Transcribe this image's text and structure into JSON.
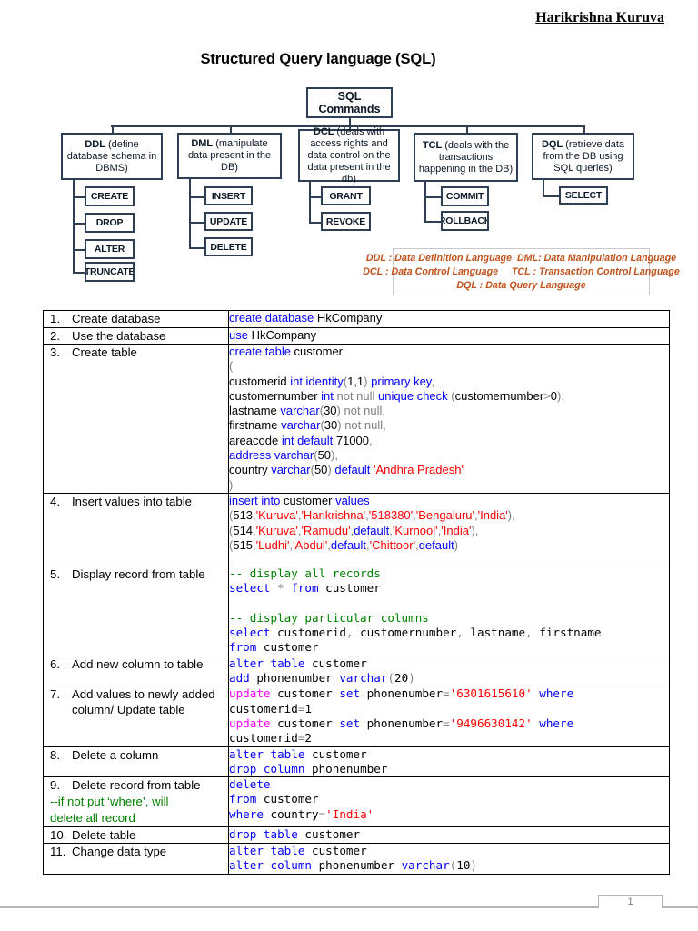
{
  "header": {
    "author": "Harikrishna Kuruva"
  },
  "title": "Structured Query language (SQL)",
  "diagram": {
    "root_label": "SQL Commands",
    "branches": [
      {
        "name": "DDL",
        "desc": " (define database schema in DBMS)",
        "children": [
          "CREATE",
          "DROP",
          "ALTER",
          "TRUNCATE"
        ]
      },
      {
        "name": "DML",
        "desc": " (manipulate data present in the DB)",
        "children": [
          "INSERT",
          "UPDATE",
          "DELETE"
        ]
      },
      {
        "name": "DCL",
        "desc": " (deals with access rights and data control on the data present in the db)",
        "children": [
          "GRANT",
          "REVOKE"
        ]
      },
      {
        "name": "TCL",
        "desc": " (deals with the transactions happening in the DB)",
        "children": [
          "COMMIT",
          "ROLLBACK"
        ]
      },
      {
        "name": "DQL",
        "desc": " (retrieve data from the DB using SQL queries)",
        "children": [
          "SELECT"
        ]
      }
    ],
    "legend_lines": [
      "DDL : Data Definition Language  DML: Data Manipulation Language",
      "DCL : Data Control Language     TCL : Transaction Control Language",
      "DQL : Data Query Language"
    ]
  },
  "table": {
    "rows": [
      {
        "num": "1.",
        "label": "Create database",
        "notes": [],
        "mono": false,
        "min_h": 17,
        "code": [
          [
            [
              "create database ",
              "k"
            ],
            [
              "HkCompany",
              "t"
            ]
          ]
        ]
      },
      {
        "num": "2.",
        "label": "Use the database",
        "notes": [],
        "mono": false,
        "min_h": 17,
        "code": [
          [
            [
              "use ",
              "k"
            ],
            [
              "HkCompany",
              "t"
            ]
          ]
        ]
      },
      {
        "num": "3.",
        "label": "Create table",
        "notes": [],
        "mono": false,
        "min_h": 162,
        "code": [
          [
            [
              "create table ",
              "k"
            ],
            [
              "customer",
              "t"
            ]
          ],
          [
            [
              "(",
              "g"
            ]
          ],
          [
            [
              "customerid ",
              "t"
            ],
            [
              "int identity",
              "k"
            ],
            [
              "(",
              "g"
            ],
            [
              "1,1",
              "t"
            ],
            [
              ") ",
              "g"
            ],
            [
              "primary key",
              "k"
            ],
            [
              ",",
              "g"
            ]
          ],
          [
            [
              "customernumber ",
              "t"
            ],
            [
              "int ",
              "k"
            ],
            [
              "not null ",
              "g"
            ],
            [
              "unique check ",
              "k"
            ],
            [
              "(",
              "g"
            ],
            [
              "customernumber",
              "t"
            ],
            [
              ">",
              "g"
            ],
            [
              "0",
              "t"
            ],
            [
              "),",
              "g"
            ]
          ],
          [
            [
              "lastname ",
              "t"
            ],
            [
              "varchar",
              "k"
            ],
            [
              "(",
              "g"
            ],
            [
              "30",
              "t"
            ],
            [
              ") ",
              "g"
            ],
            [
              "not null,",
              "g"
            ]
          ],
          [
            [
              "firstname ",
              "t"
            ],
            [
              "varchar",
              "k"
            ],
            [
              "(",
              "g"
            ],
            [
              "30",
              "t"
            ],
            [
              ") ",
              "g"
            ],
            [
              "not null,",
              "g"
            ]
          ],
          [
            [
              "areacode ",
              "t"
            ],
            [
              "int default ",
              "k"
            ],
            [
              "71000",
              "t"
            ],
            [
              ",",
              "g"
            ]
          ],
          [
            [
              "address varchar",
              "k"
            ],
            [
              "(",
              "g"
            ],
            [
              "50",
              "t"
            ],
            [
              "),",
              "g"
            ]
          ],
          [
            [
              "country ",
              "t"
            ],
            [
              "varchar",
              "k"
            ],
            [
              "(",
              "g"
            ],
            [
              "50",
              "t"
            ],
            [
              ") ",
              "g"
            ],
            [
              "default ",
              "k"
            ],
            [
              "'Andhra Pradesh'",
              "s"
            ]
          ],
          [
            [
              ")",
              "g"
            ]
          ]
        ]
      },
      {
        "num": "4.",
        "label": "Insert values into table",
        "notes": [],
        "mono": false,
        "min_h": 80,
        "code": [
          [
            [
              "insert into ",
              "k"
            ],
            [
              "customer ",
              "t"
            ],
            [
              "values",
              "k"
            ]
          ],
          [
            [
              "(",
              "g"
            ],
            [
              "513",
              "t"
            ],
            [
              ",",
              "g"
            ],
            [
              "'Kuruva'",
              "s"
            ],
            [
              ",",
              "g"
            ],
            [
              "'Harikrishna'",
              "s"
            ],
            [
              ",",
              "g"
            ],
            [
              "'518380'",
              "s"
            ],
            [
              ",",
              "g"
            ],
            [
              "'Bengaluru'",
              "s"
            ],
            [
              ",",
              "g"
            ],
            [
              "'India'",
              "s"
            ],
            [
              "),",
              "g"
            ]
          ],
          [
            [
              "(",
              "g"
            ],
            [
              "514",
              "t"
            ],
            [
              ",",
              "g"
            ],
            [
              "'Kuruva'",
              "s"
            ],
            [
              ",",
              "g"
            ],
            [
              "'Ramudu'",
              "s"
            ],
            [
              ",",
              "g"
            ],
            [
              "default",
              "k"
            ],
            [
              ",",
              "g"
            ],
            [
              "'Kurnool'",
              "s"
            ],
            [
              ",",
              "g"
            ],
            [
              "'India'",
              "s"
            ],
            [
              "),",
              "g"
            ]
          ],
          [
            [
              "(",
              "g"
            ],
            [
              "515",
              "t"
            ],
            [
              ",",
              "g"
            ],
            [
              "'Ludhi'",
              "s"
            ],
            [
              ",",
              "g"
            ],
            [
              "'Abdul'",
              "s"
            ],
            [
              ",",
              "g"
            ],
            [
              "default",
              "k"
            ],
            [
              ",",
              "g"
            ],
            [
              "'Chittoor'",
              "s"
            ],
            [
              ",",
              "g"
            ],
            [
              "default",
              "k"
            ],
            [
              ")",
              "g"
            ]
          ]
        ]
      },
      {
        "num": "5.",
        "label": "Display record from table",
        "notes": [],
        "mono": true,
        "min_h": 96,
        "code": [
          [
            [
              "-- display all records",
              "c"
            ]
          ],
          [
            [
              "select ",
              "k"
            ],
            [
              "* ",
              "g"
            ],
            [
              "from ",
              "k"
            ],
            [
              "customer",
              "t"
            ]
          ],
          [],
          [
            [
              "-- display particular columns",
              "c"
            ]
          ],
          [
            [
              "select ",
              "k"
            ],
            [
              "customerid",
              "t"
            ],
            [
              ", ",
              "g"
            ],
            [
              "customernumber",
              "t"
            ],
            [
              ", ",
              "g"
            ],
            [
              "lastname",
              "t"
            ],
            [
              ", ",
              "g"
            ],
            [
              "firstname",
              "t"
            ]
          ],
          [
            [
              "from ",
              "k"
            ],
            [
              "customer",
              "t"
            ]
          ]
        ]
      },
      {
        "num": "6.",
        "label": "Add new column to table",
        "notes": [],
        "mono": true,
        "min_h": 30,
        "code": [
          [
            [
              "alter table ",
              "k"
            ],
            [
              "customer",
              "t"
            ]
          ],
          [
            [
              "add ",
              "k"
            ],
            [
              "phonenumber ",
              "t"
            ],
            [
              "varchar",
              "k"
            ],
            [
              "(",
              "g"
            ],
            [
              "20",
              "t"
            ],
            [
              ")",
              "g"
            ]
          ]
        ]
      },
      {
        "num": "7.",
        "label": "Add values to newly added column/ Update table",
        "notes": [],
        "mono": true,
        "min_h": 63,
        "code": [
          [
            [
              "update ",
              "m"
            ],
            [
              "customer ",
              "t"
            ],
            [
              "set ",
              "k"
            ],
            [
              "phonenumber",
              "t"
            ],
            [
              "=",
              "g"
            ],
            [
              "'6301615610'",
              "s"
            ],
            [
              " ",
              "t"
            ],
            [
              "where",
              "k"
            ]
          ],
          [
            [
              "customerid",
              "t"
            ],
            [
              "=",
              "g"
            ],
            [
              "1",
              "t"
            ]
          ],
          [
            [
              "update ",
              "m"
            ],
            [
              "customer ",
              "t"
            ],
            [
              "set ",
              "k"
            ],
            [
              "phonenumber",
              "t"
            ],
            [
              "=",
              "g"
            ],
            [
              "'9496630142'",
              "s"
            ],
            [
              " ",
              "t"
            ],
            [
              "where",
              "k"
            ]
          ],
          [
            [
              "customerid",
              "t"
            ],
            [
              "=",
              "g"
            ],
            [
              "2",
              "t"
            ]
          ]
        ]
      },
      {
        "num": "8.",
        "label": "Delete a column",
        "notes": [],
        "mono": true,
        "min_h": 30,
        "code": [
          [
            [
              "alter table ",
              "k"
            ],
            [
              "customer",
              "t"
            ]
          ],
          [
            [
              "drop column ",
              "k"
            ],
            [
              "phonenumber",
              "t"
            ]
          ]
        ]
      },
      {
        "num": "9.",
        "label": "Delete record from table",
        "notes": [
          "--if not put ‘where’, will",
          "delete all record"
        ],
        "mono": true,
        "min_h": 50,
        "code": [
          [
            [
              "delete",
              "k"
            ]
          ],
          [
            [
              "from ",
              "k"
            ],
            [
              "customer",
              "t"
            ]
          ],
          [
            [
              "where ",
              "k"
            ],
            [
              "country",
              "t"
            ],
            [
              "=",
              "g"
            ],
            [
              "'India'",
              "s"
            ]
          ]
        ]
      },
      {
        "num": "10.",
        "label": "Delete table",
        "notes": [],
        "mono": true,
        "min_h": 17,
        "code": [
          [
            [
              "drop table ",
              "k"
            ],
            [
              "customer",
              "t"
            ]
          ]
        ]
      },
      {
        "num": "11.",
        "label": "Change data type",
        "notes": [],
        "mono": true,
        "min_h": 31,
        "code": [
          [
            [
              "alter table ",
              "k"
            ],
            [
              "customer",
              "t"
            ]
          ],
          [
            [
              "alter column ",
              "k"
            ],
            [
              "phonenumber ",
              "t"
            ],
            [
              "varchar",
              "k"
            ],
            [
              "(",
              "g"
            ],
            [
              "10",
              "t"
            ],
            [
              ")",
              "g"
            ]
          ]
        ]
      }
    ]
  },
  "footer": {
    "page_number": "1"
  },
  "colors": {
    "keyword": "#0000ff",
    "string": "#ff0000",
    "comment": "#008000",
    "update_keyword": "#ff00ff",
    "operator": "#808080",
    "code_text": "#000000",
    "legend_text": "#c0531c",
    "diagram_border": "#2e3f53",
    "table_border": "#000000"
  }
}
